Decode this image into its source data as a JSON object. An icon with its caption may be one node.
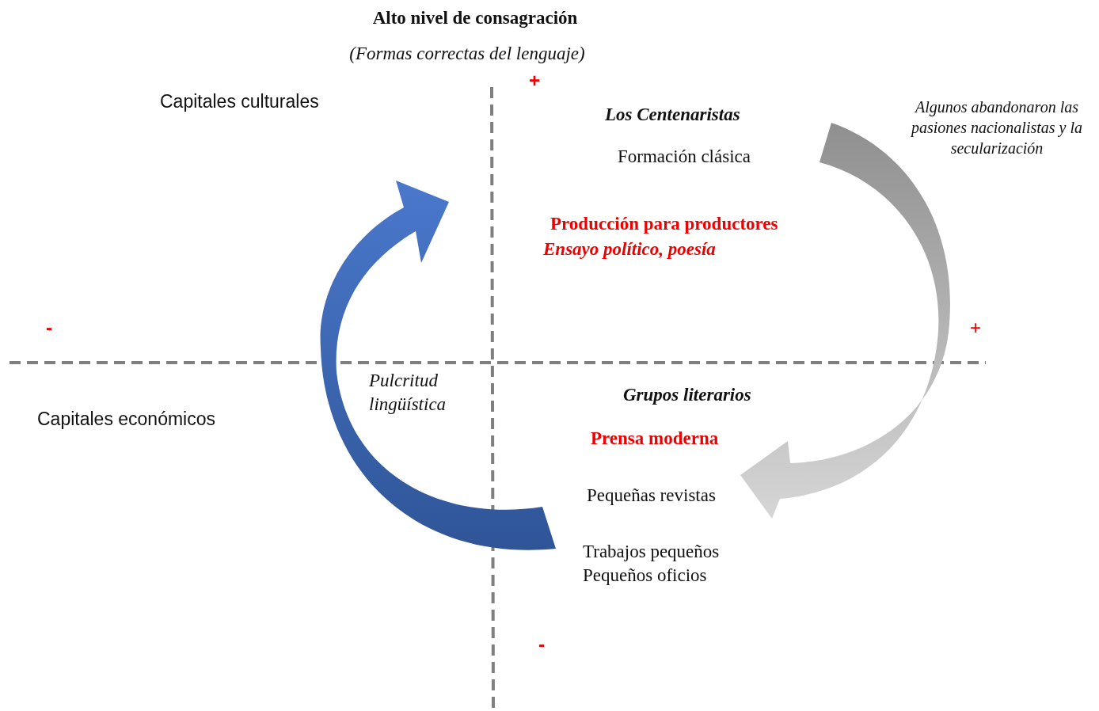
{
  "diagram": {
    "labels": [
      "Alto nivel de consagración",
      "(Formas correctas del lenguaje)",
      "+",
      "Capitales culturales",
      "Los Centenaristas",
      "Algunos abandonaron las pasiones nacionalistas y la secularización",
      "Formación clásica",
      "Producción para productores",
      "Ensayo político, poesía",
      "-",
      "+",
      "Pulcritud lingüística",
      "Grupos literarios",
      "Capitales económicos",
      "Prensa moderna",
      "Pequeñas revistas",
      "Trabajos pequeños Pequeños oficios",
      "-"
    ]
  }
}
